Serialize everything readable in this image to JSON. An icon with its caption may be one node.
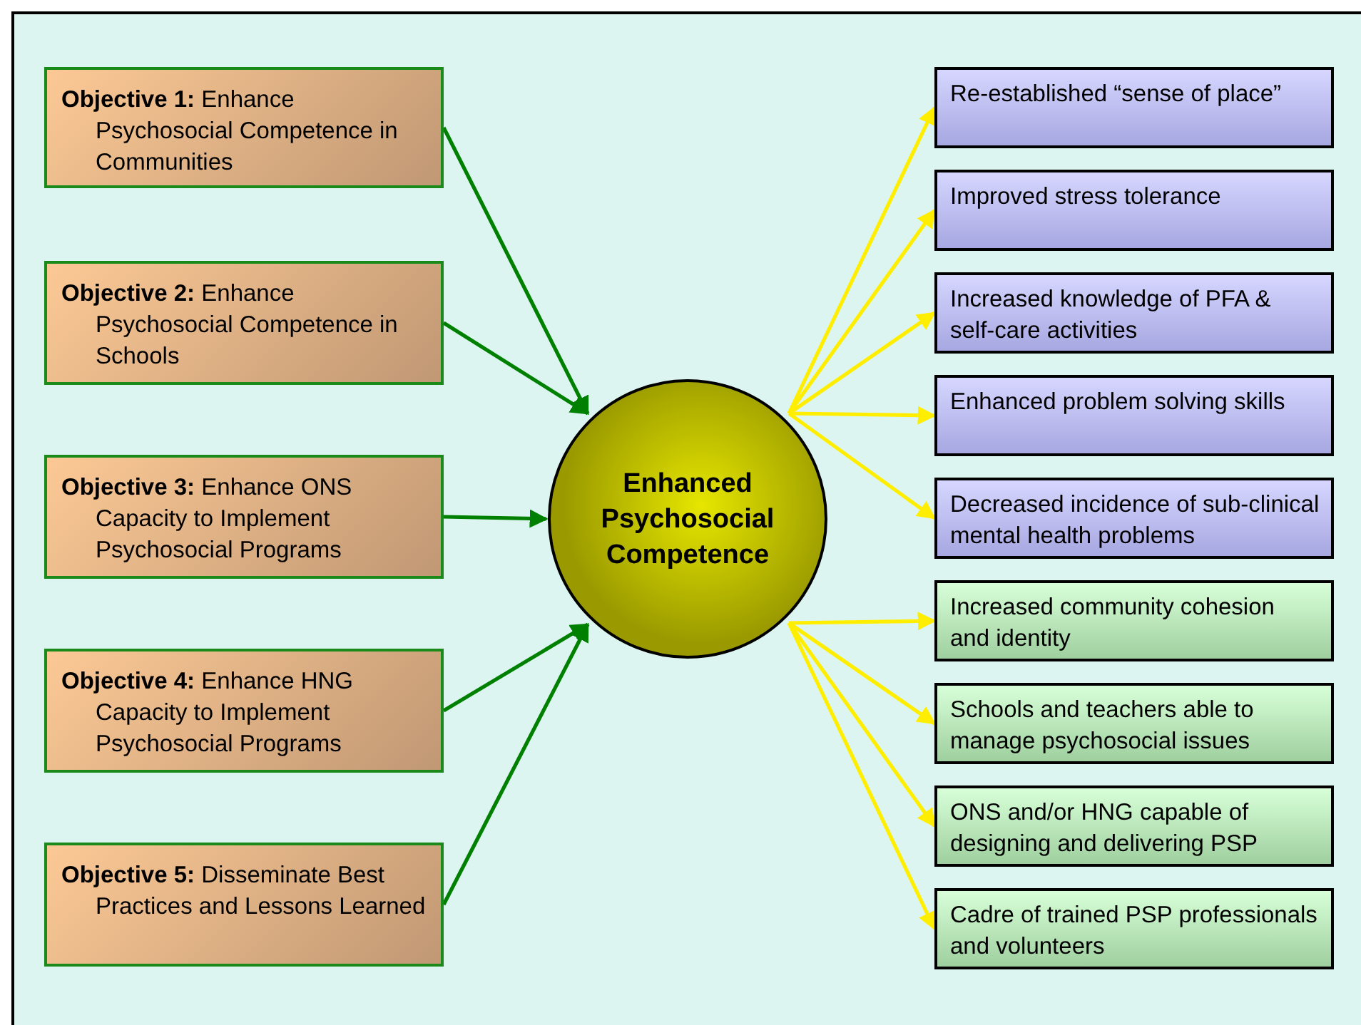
{
  "diagram": {
    "nodes": [
      {
        "text": [
          "**Objective 1:**  Enhance Psychosocial Competence in Communities"
        ]
      },
      {
        "text": [
          "**Objective 2:**  Enhance Psychosocial Competence in Schools"
        ]
      },
      {
        "text": [
          "**Objective 3:**  Enhance ONS Capacity to Implement Psychosocial Programs"
        ]
      },
      {
        "text": [
          "**Objective 4:**  Enhance HNG Capacity to Implement Psychosocial Programs"
        ]
      },
      {
        "text": [
          "**Objective 5:**  Disseminate Best Practices and Lessons Learned"
        ]
      },
      {
        "text": [
          "Enhanced Psychosocial Competence"
        ]
      },
      {
        "text": [
          "Re-established “sense of place”"
        ]
      },
      {
        "text": [
          "Improved stress tolerance"
        ]
      },
      {
        "text": [
          "Increased knowledge of PFA & self-care activities"
        ]
      },
      {
        "text": [
          "Enhanced problem solving skills"
        ]
      },
      {
        "text": [
          "Decreased incidence of sub-clinical mental health problems"
        ]
      },
      {
        "text": [
          "Increased community cohesion and identity"
        ]
      },
      {
        "text": [
          "Schools and teachers able to manage psychosocial issues"
        ]
      },
      {
        "text": [
          "ONS and/or HNG capable of designing and delivering PSP"
        ]
      },
      {
        "text": [
          "Cadre of trained PSP professionals and volunteers"
        ]
      }
    ],
    "edges": [
      {
        "from": 0,
        "to": 5,
        "arrow": "to",
        "color": "#008000"
      },
      {
        "from": 1,
        "to": 5,
        "arrow": "to",
        "color": "#008000"
      },
      {
        "from": 2,
        "to": 5,
        "arrow": "to",
        "color": "#008000"
      },
      {
        "from": 3,
        "to": 5,
        "arrow": "to",
        "color": "#008000"
      },
      {
        "from": 4,
        "to": 5,
        "arrow": "to",
        "color": "#008000"
      },
      {
        "from": 5,
        "to": 6,
        "arrow": "to"
      },
      {
        "from": 5,
        "to": 7,
        "arrow": "to"
      },
      {
        "from": 5,
        "to": 8,
        "arrow": "to"
      },
      {
        "from": 5,
        "to": 9,
        "arrow": "to"
      },
      {
        "from": 5,
        "to": 10,
        "arrow": "to"
      },
      {
        "from": 5,
        "to": 11,
        "arrow": "to"
      },
      {
        "from": 5,
        "to": 12,
        "arrow": "to"
      },
      {
        "from": 5,
        "to": 13,
        "arrow": "to"
      },
      {
        "from": 5,
        "to": 14,
        "arrow": "to"
      }
    ]
  }
}
